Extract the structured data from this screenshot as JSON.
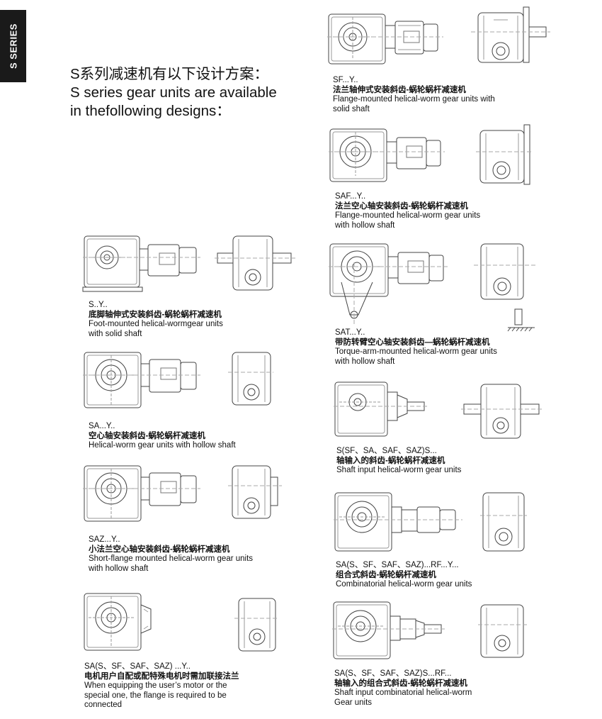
{
  "side_tab": "S SERIES",
  "heading": {
    "line1": "S系列减速机有以下设计方案：",
    "line2": "S series gear units are available",
    "line3": "in thefollowing designs："
  },
  "items": [
    {
      "code": "SF...Y..",
      "zh": "法兰轴伸式安装斜齿-蜗轮蜗杆减速机",
      "en": "Flange-mounted helical-worm gear units with\nsolid shaft"
    },
    {
      "code": "SAF...Y..",
      "zh": "法兰空心轴安装斜齿-蜗轮蜗杆减速机",
      "en": "Flange-mounted helical-worm gear units\nwith hollow shaft"
    },
    {
      "code": "S..Y..",
      "zh": "底脚轴伸式安装斜齿-蜗轮蜗杆减速机",
      "en": "Foot-mounted helical-wormgear units\nwith solid shaft"
    },
    {
      "code": "SAT...Y..",
      "zh": "带防转臂空心轴安装斜齿—蜗轮蜗杆减速机",
      "en": "Torque-arm-mounted helical-worm gear units\nwith hollow shaft"
    },
    {
      "code": "SA...Y..",
      "zh": "空心轴安装斜齿-蜗轮蜗杆减速机",
      "en": "Helical-worm gear units with hollow shaft"
    },
    {
      "code": "S(SF、SA、SAF、SAZ)S...",
      "zh": "轴输入的斜齿-蜗轮蜗杆减速机",
      "en": "Shaft input helical-worm gear units"
    },
    {
      "code": "SAZ...Y..",
      "zh": "小法兰空心轴安装斜齿-蜗轮蜗杆减速机",
      "en": "Short-flange mounted helical-worm gear units\nwith hollow shaft"
    },
    {
      "code": "SA(S、SF、SAF、SAZ)...RF...Y...",
      "zh": "组合式斜齿-蜗轮蜗杆减速机",
      "en": "Combinatorial helical-worm gear units"
    },
    {
      "code": "SA(S、SF、SAF、SAZ) ...Y..",
      "zh": "电机用户自配或配特殊电机时需加联接法兰",
      "en": "When equipping the user’s motor or the\nspecial one, the flange is required to be\nconnected"
    },
    {
      "code": "SA(S、SF、SAF、SAZ)S...RF...",
      "zh": "轴输入的组合式斜齿-蜗轮蜗杆减速机",
      "en": "Shaft input combinatorial helical-worm\nGear units"
    }
  ]
}
